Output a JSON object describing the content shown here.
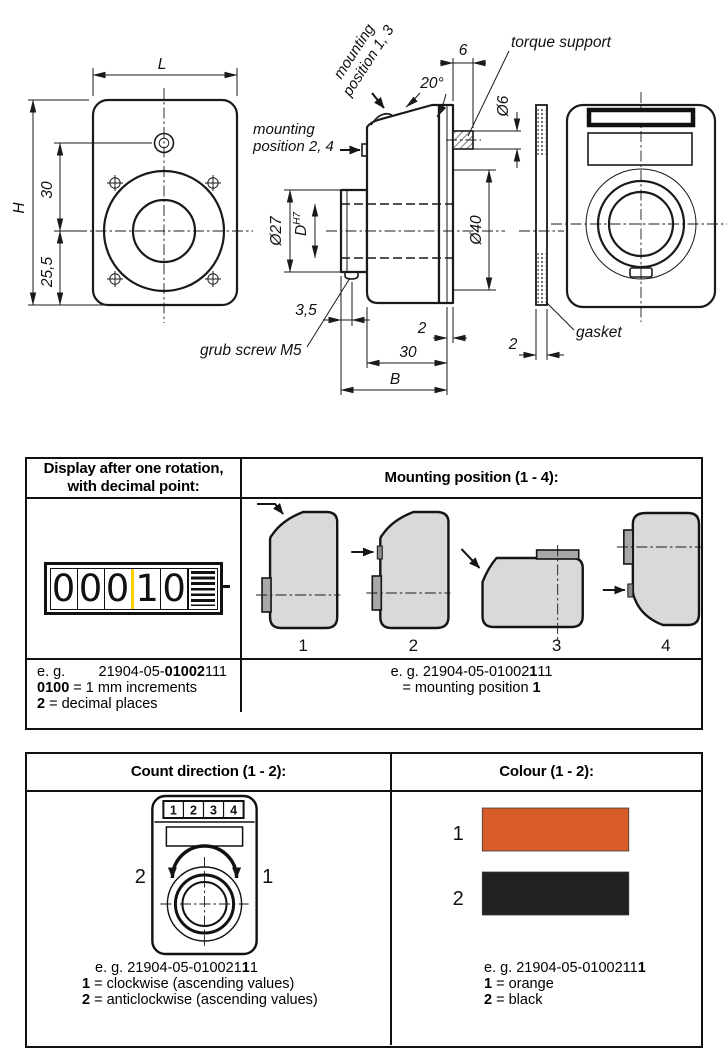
{
  "drawing": {
    "front_view": {
      "dim_length": "L",
      "dim_height": "H",
      "dim_30": "30",
      "dim_25_5": "25,5"
    },
    "side_view": {
      "mounting_13_l1": "mounting",
      "mounting_13_l2": "position 1, 3",
      "mounting_24_l1": "mounting",
      "mounting_24_l2": "position 2, 4",
      "angle": "20°",
      "dim_6": "6",
      "torque_support": "torque support",
      "dia_6": "Ø6",
      "dia_27": "Ø27",
      "bore_d": "D",
      "bore_tol": "H7",
      "dia_40": "Ø40",
      "dim_3_5": "3,5",
      "dim_2": "2",
      "dim_30": "30",
      "dim_b": "B",
      "grub_screw": "grub screw M5"
    },
    "gasket_view": {
      "label": "gasket",
      "dim_2": "2"
    }
  },
  "mid_table": {
    "header_left_l1": "Display after one rotation,",
    "header_left_l2": "with decimal point:",
    "header_right": "Mounting position (1 - 4):",
    "counter": {
      "digits": [
        "0",
        "0",
        "0",
        "1",
        "0"
      ]
    },
    "example_left": {
      "prefix": "e. g.",
      "code_pre": "21904-05-",
      "code_bold": "01002",
      "code_post": "111"
    },
    "legend_left": [
      {
        "key": "0100",
        "desc": " = 1 mm increments"
      },
      {
        "key": "2",
        "desc": " = decimal places"
      }
    ],
    "positions": [
      "1",
      "2",
      "3",
      "4"
    ],
    "example_right_l1": {
      "pre": "e. g. 21904-05-01002",
      "bold": "1",
      "post": "11"
    },
    "example_right_l2": {
      "pre": "= mounting position ",
      "bold": "1"
    }
  },
  "bottom_table": {
    "header_left": "Count direction (1 - 2):",
    "header_right": "Colour (1 - 2):",
    "dial": {
      "digits": [
        "1",
        "2",
        "3",
        "4"
      ],
      "dir_left": "2",
      "dir_right": "1"
    },
    "example_count": {
      "pre": "e. g. 21904-05-010021",
      "bold": "1",
      "post": "1"
    },
    "legend_count": [
      {
        "key": "1",
        "desc": " = clockwise (ascending values)"
      },
      {
        "key": "2",
        "desc": " = anticlockwise (ascending values)"
      }
    ],
    "colours": [
      {
        "num": "1",
        "hex": "#d85c28",
        "name": "orange"
      },
      {
        "num": "2",
        "hex": "#212121",
        "name": "black"
      }
    ],
    "example_colour": {
      "pre": "e. g. 21904-05-0100211",
      "bold": "1",
      "post": ""
    },
    "legend_colour": [
      {
        "key": "1",
        "desc": " = orange"
      },
      {
        "key": "2",
        "desc": " = black"
      }
    ]
  },
  "colors": {
    "orange": "#d85c28",
    "swatch_black": "#212121",
    "decimal_yellow": "#ffce00",
    "diagram_gray": "#d9d9d9"
  }
}
